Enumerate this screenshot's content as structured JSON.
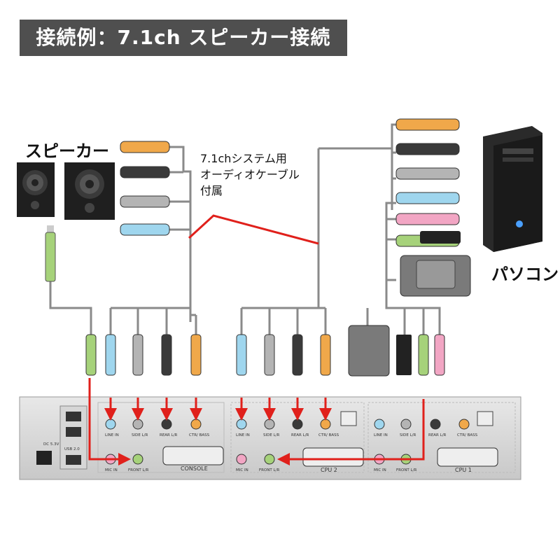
{
  "title": "接続例：7.1ch スピーカー接続",
  "labels": {
    "speaker": "スピーカー",
    "pc": "パソコン",
    "cable_note_line1": "7.1chシステム用",
    "cable_note_line2": "オーディオケーブル",
    "cable_note_line3": "付属"
  },
  "panel": {
    "usb": "USB 2.0",
    "power": "DC 5.3V",
    "console": "CONSOLE",
    "cpu2": "CPU 2",
    "cpu1": "CPU 1",
    "line_in": "LINE IN",
    "side": "SIDE L/R",
    "rear": "REAR L/R",
    "ctr": "CTR/ BASS",
    "mic_in": "MIC IN",
    "front": "FRONT L/R"
  },
  "colors": {
    "arrow": "#e0201b",
    "cable": "#8a8a8a",
    "title_bg": "#4f4f4f",
    "plug_orange": "#f0a84a",
    "plug_black": "#3a3a3a",
    "plug_grey": "#b4b4b4",
    "plug_blue": "#9fd6ee",
    "plug_pink": "#f2a6c4",
    "plug_green": "#a6d27a"
  }
}
